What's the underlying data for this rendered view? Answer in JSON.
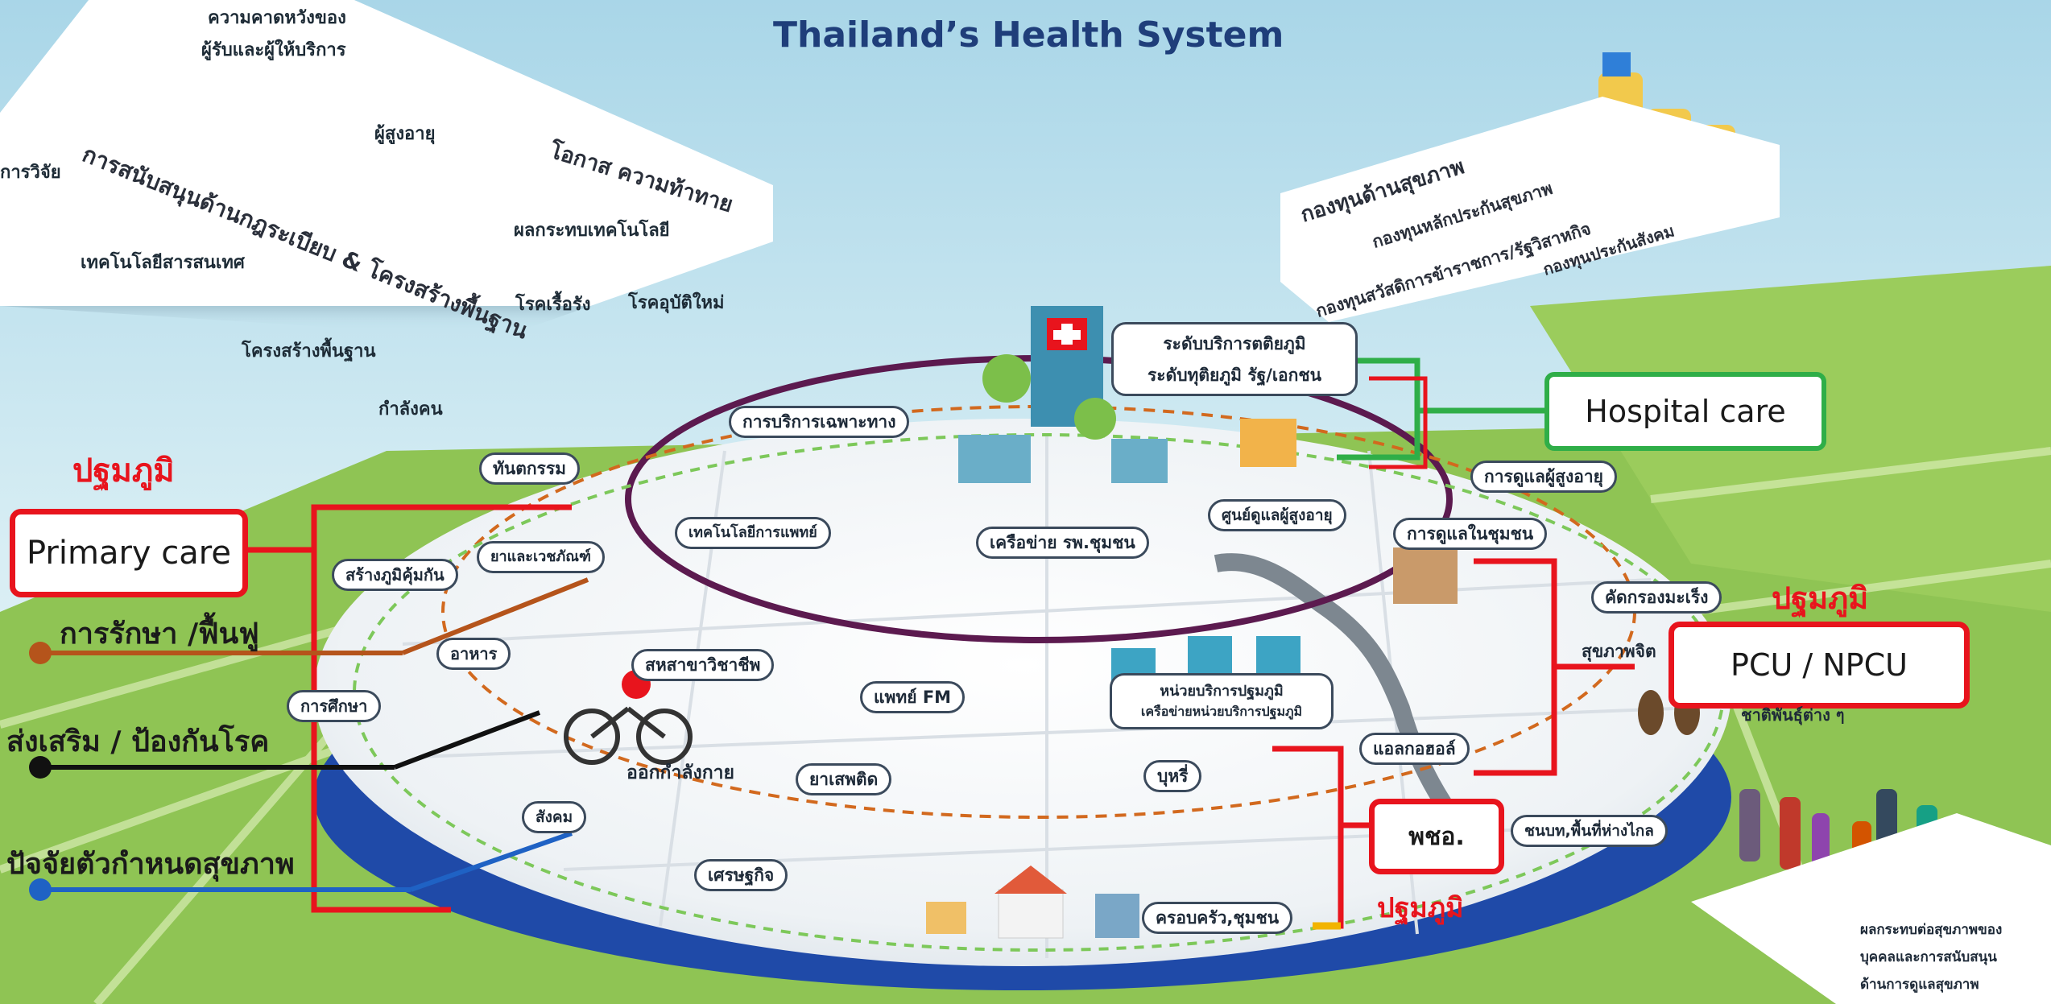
{
  "title": "Thailand’s Health System",
  "top_left_panel": {
    "expectations": "ความคาดหวังของ",
    "receivers_providers": "ผู้รับและผู้ให้บริการ",
    "elderly": "ผู้สูงอายุ",
    "opportunity_challenge": "โอกาส  ความท้าทาย",
    "tech_impact": "ผลกระทบเทคโนโลยี",
    "chronic_disease": "โรคเรื้อรัง",
    "emerging_disease": "โรคอุบัติใหม่",
    "research": "การวิจัย",
    "support_regulation": "การสนับสนุนด้านกฎระเบียบ & โครงสร้างพื้นฐาน",
    "it": "เทคโนโลยีสารสนเทศ",
    "infrastructure": "โครงสร้างพื้นฐาน",
    "workforce": "กำลังคน"
  },
  "top_right_panel": {
    "health_funds": "กองทุนด้านสุขภาพ",
    "uc_fund": "กองทุนหลักประกันสุขภาพ",
    "civil_servant_fund": "กองทุนสวัสดิการข้าราชการ/รัฐวิสาหกิจ",
    "social_security_fund": "กองทุนประกันสังคม"
  },
  "hospital_level": {
    "line1": "ระดับบริการตติยภูมิ",
    "line2": "ระดับทุติยภูมิ รัฐ/เอกชน"
  },
  "hospital_care": "Hospital care",
  "primary_left": {
    "title": "ปฐมภูมิ",
    "box": "Primary care",
    "treatment": "การรักษา /ฟื้นฟู",
    "promotion": "ส่งเสริม / ป้องกันโรค",
    "determinants": "ปัจจัยตัวกำหนดสุขภาพ"
  },
  "pcu": {
    "title": "ปฐมภูมิ",
    "box": "PCU / NPCU"
  },
  "vhv": {
    "box": "พชอ.",
    "title": "ปฐมภูมิ"
  },
  "pills": {
    "specialized": "การบริการเฉพาะทาง",
    "dental": "ทันตกรรม",
    "med_tech": "เทคโนโลยีการแพทย์",
    "community_hospital": "เครือข่าย รพ.ชุมชน",
    "elderly_center": "ศูนย์ดูแลผู้สูงอายุ",
    "elderly_care": "การดูแลผู้สูงอายุ",
    "community_care": "การดูแลในชุมชน",
    "immunity": "สร้างภูมิคุ้มกัน",
    "drugs_supplies": "ยาและเวชภัณฑ์",
    "food": "อาหาร",
    "education": "การศึกษา",
    "allied_health": "สหสาขาวิชาชีพ",
    "fm_doctor": "แพทย์ FM",
    "screening": "คัดกรองมะเร็ง",
    "mental_health": "สุขภาพจิต",
    "pcu_network": "หน่วยบริการปฐมภูมิ",
    "pcu_network2": "เครือข่ายหน่วยบริการปฐมภูมิ",
    "alcohol": "แอลกอฮอล์",
    "ethnic": "ชาติพันธุ์ต่าง ๆ",
    "exercise": "ออกกำลังกาย",
    "narcotics": "ยาเสพติด",
    "smoking": "บุหรี่",
    "society": "สังคม",
    "rural": "ชนบท,พื้นที่ห่างไกล",
    "economy": "เศรษฐกิจ",
    "family": "ครอบครัว,ชุมชน"
  },
  "impact_note": [
    "ผลกระทบต่อสุขภาพของ",
    "บุคคลและการสนับสนุน",
    "ด้านการดูแลสุขภาพ"
  ],
  "colors": {
    "red": "#e8141d",
    "green": "#2fae48",
    "purple": "#5c1a4f",
    "blue": "#1f4aa8",
    "orange_dash": "#d2691e",
    "brown_line": "#b5541b",
    "black_line": "#111111",
    "blue_line": "#1f62c4"
  }
}
